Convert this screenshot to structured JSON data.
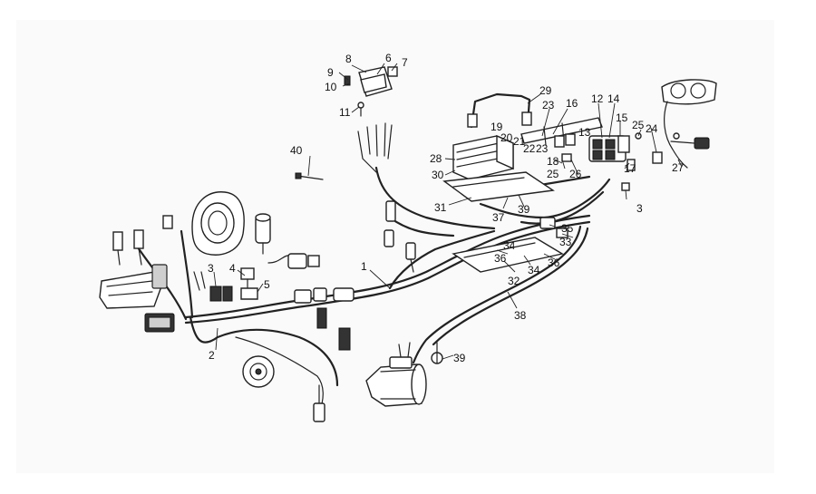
{
  "callouts": {
    "c1": "1",
    "c2": "2",
    "c3a": "3",
    "c3b": "3",
    "c4": "4",
    "c5": "5",
    "c6": "6",
    "c7": "7",
    "c8": "8",
    "c9": "9",
    "c10": "10",
    "c11": "11",
    "c12": "12",
    "c13": "13",
    "c14": "14",
    "c15": "15",
    "c16": "16",
    "c17": "17",
    "c18": "18",
    "c19": "19",
    "c20": "20",
    "c21": "21",
    "c22": "22",
    "c23a": "23",
    "c23b": "23",
    "c24": "24",
    "c25a": "25",
    "c25b": "25",
    "c26": "26",
    "c27": "27",
    "c28": "28",
    "c29": "29",
    "c30": "30",
    "c31": "31",
    "c32": "32",
    "c33": "33",
    "c34a": "34",
    "c34b": "34",
    "c35": "35",
    "c36a": "36",
    "c36b": "36",
    "c37": "37",
    "c38": "38",
    "c39a": "39",
    "c39b": "39",
    "c40": "40"
  }
}
